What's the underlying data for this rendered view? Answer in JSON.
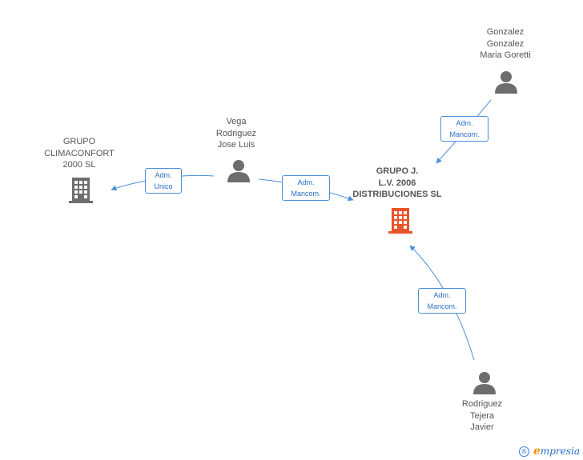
{
  "nodes": {
    "grupo_jlv": {
      "lines": [
        "GRUPO J.",
        "L.V. 2006",
        "DISTRIBUCIONES SL"
      ],
      "kind": "company",
      "color": "#e8542a"
    },
    "climaconfort": {
      "lines": [
        "GRUPO",
        "CLIMACONFORT",
        "2000 SL"
      ],
      "kind": "company",
      "color": "#6d6d6d"
    },
    "vega": {
      "lines": [
        "Vega",
        "Rodriguez",
        "Jose Luis"
      ],
      "kind": "person",
      "color": "#6d6d6d"
    },
    "gonzalez": {
      "lines": [
        "Gonzalez",
        "Gonzalez",
        "Maria Goretti"
      ],
      "kind": "person",
      "color": "#6d6d6d"
    },
    "rodriguez": {
      "lines": [
        "Rodriguez",
        "Tejera",
        "Javier"
      ],
      "kind": "person",
      "color": "#6d6d6d"
    }
  },
  "edges": [
    {
      "from": "vega",
      "to": "climaconfort",
      "label": [
        "Adm.",
        "Unico"
      ]
    },
    {
      "from": "vega",
      "to": "grupo_jlv",
      "label": [
        "Adm.",
        "Mancom."
      ]
    },
    {
      "from": "gonzalez",
      "to": "grupo_jlv",
      "label": [
        "Adm.",
        "Mancom."
      ]
    },
    {
      "from": "rodriguez",
      "to": "grupo_jlv",
      "label": [
        "Adm.",
        "Mancom."
      ]
    }
  ],
  "colors": {
    "edge": "#4a90d9",
    "edge_text": "#2a6cc4",
    "label_text": "#555555"
  },
  "footer": {
    "copyright_symbol": "©",
    "brand": "mpresia",
    "brand_initial": "e"
  }
}
